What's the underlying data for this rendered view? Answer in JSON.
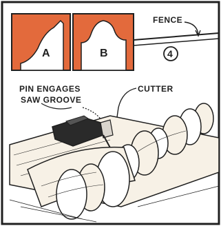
{
  "figure_number": "4",
  "labels": {
    "fence": "FENCE",
    "cutter": "CUTTER",
    "pin_line_1": "PIN ENGAGES",
    "pin_line_2": "SAW GROOVE",
    "profile_a": "A",
    "profile_b": "B"
  },
  "colors": {
    "accent": "#e36a3c",
    "ink": "#1f1f1f",
    "background": "#ffffff",
    "paper_cream": "#f7f1e6",
    "shading": "#d9d4cc"
  }
}
